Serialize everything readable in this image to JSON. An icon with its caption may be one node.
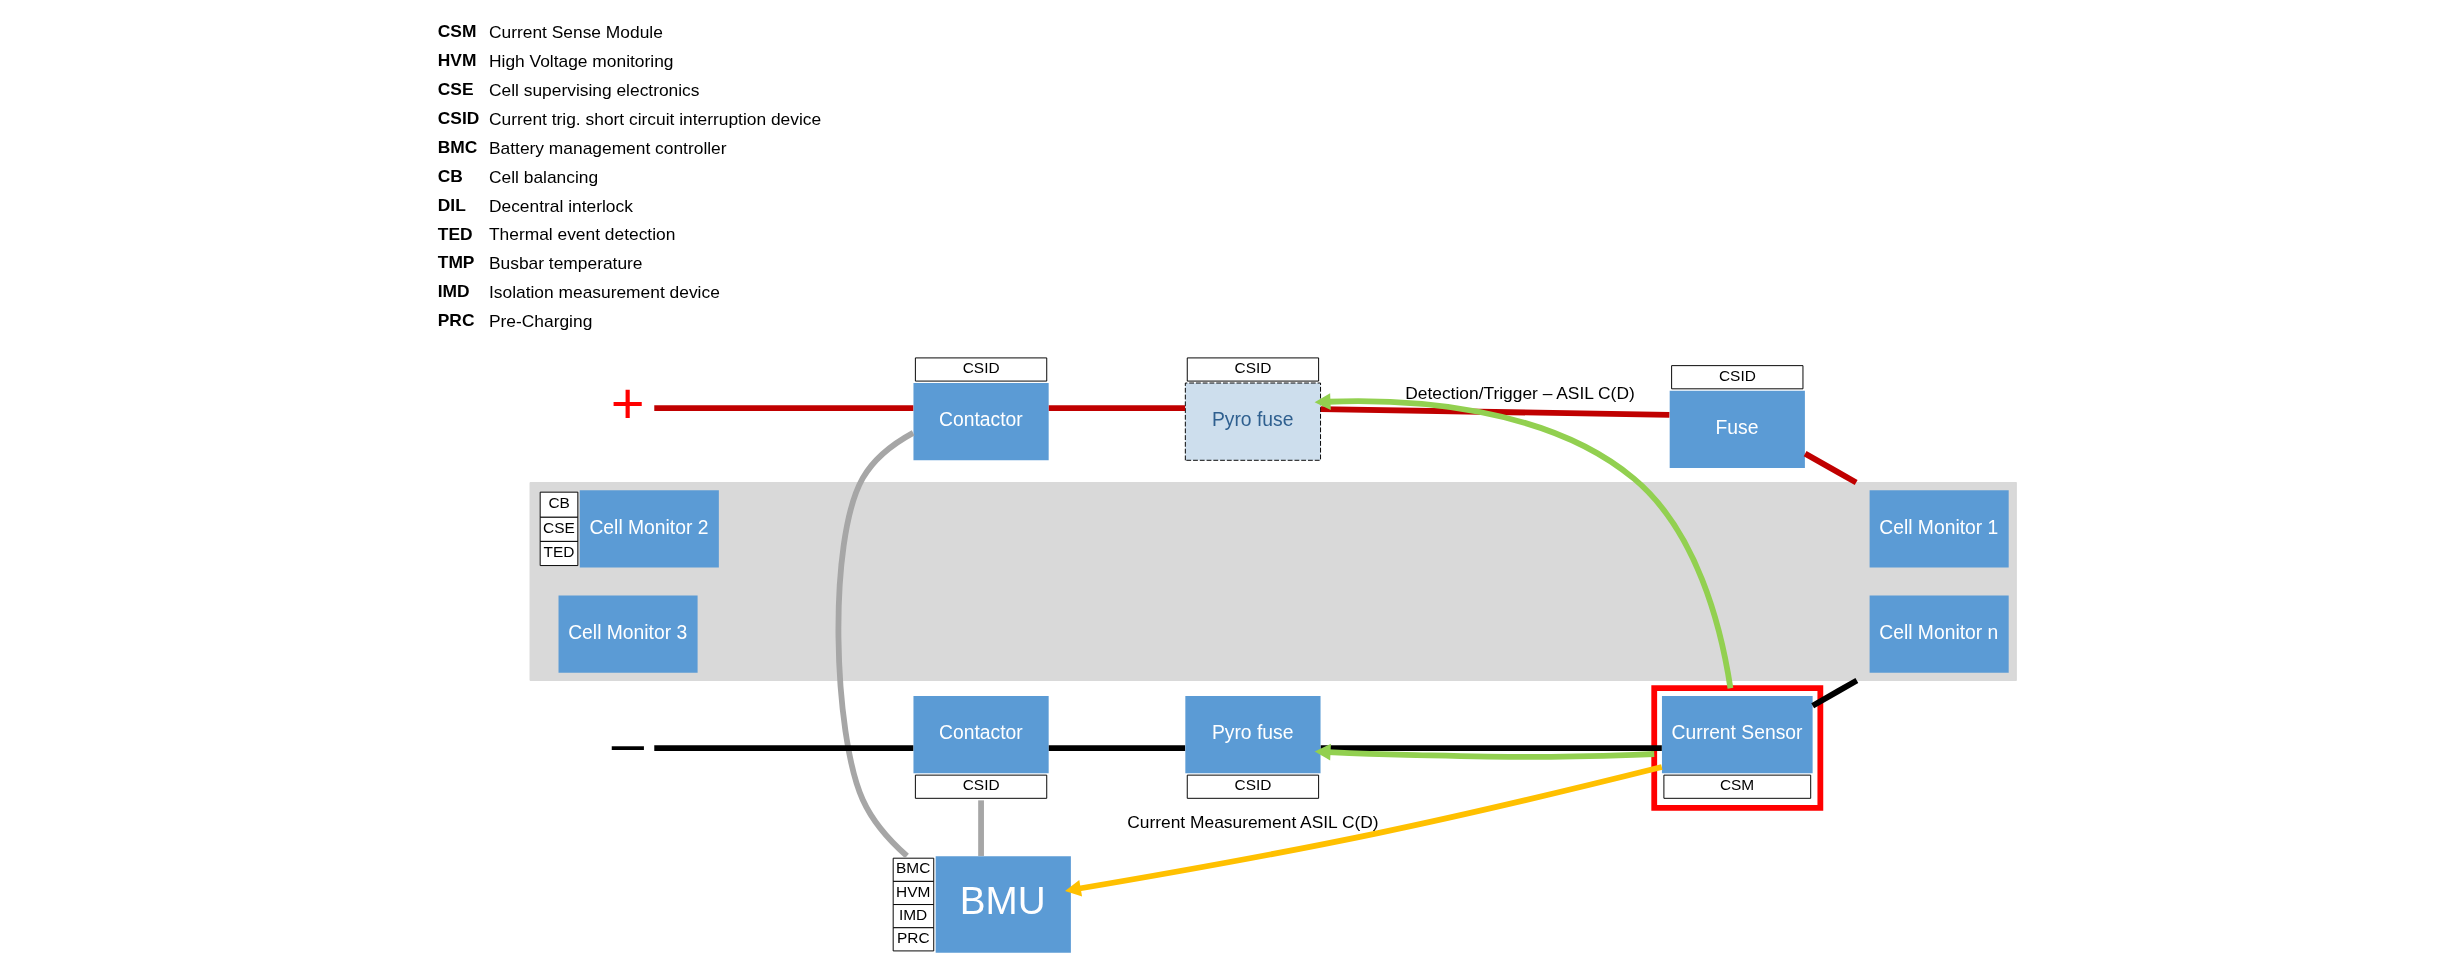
{
  "diagram": {
    "nodes": [
      {
        "text": [
          "+"
        ]
      },
      {
        "text": [
          "Contactor"
        ],
        "beside": [
          "CSID"
        ]
      },
      {
        "text": [
          "Pyro fuse"
        ],
        "beside": [
          "CSID"
        ]
      },
      {
        "text": [
          "Fuse"
        ],
        "beside": [
          "CSID"
        ]
      },
      {
        "text": [],
        "shape": "box"
      },
      {
        "text": [
          "Cell Monitor 1"
        ],
        "in": 4
      },
      {
        "text": [
          "Cell Monitor 2"
        ],
        "in": 4,
        "beside": [
          "CB",
          "CSE",
          "TED"
        ]
      },
      {
        "text": [
          "Cell Monitor 3"
        ],
        "in": 4
      },
      {
        "text": [
          "Cell Monitor n"
        ],
        "in": 4
      },
      {
        "text": [
          "BMU"
        ],
        "beside": [
          "BMC",
          "HVM",
          "IMD",
          "PRC"
        ]
      },
      {
        "text": [
          "–"
        ]
      },
      {
        "text": [
          "Contactor"
        ],
        "beside": [
          "CSID"
        ]
      },
      {
        "text": [
          "Pyro fuse"
        ],
        "beside": [
          "CSID"
        ]
      },
      {
        "text": [],
        "shape": "box"
      },
      {
        "text": [
          "Current Sensor"
        ],
        "in": 13,
        "beside": [
          "CSM"
        ]
      }
    ],
    "edges": [
      {
        "from": 0,
        "to": 1,
        "arrow": "none",
        "color": "#c00000"
      },
      {
        "from": 1,
        "to": 2,
        "arrow": "none",
        "color": "#c00000"
      },
      {
        "from": 2,
        "to": 3,
        "arrow": "none",
        "color": "#c00000"
      },
      {
        "from": 3,
        "to": 4,
        "arrow": "none",
        "color": "#c00000"
      },
      {
        "from": 1,
        "to": 9,
        "arrow": "none",
        "color": "#a6a6a6"
      },
      {
        "from": 9,
        "to": 11,
        "arrow": "none",
        "color": "#a6a6a6"
      },
      {
        "from": 10,
        "to": 11,
        "arrow": "none",
        "color": "#000000"
      },
      {
        "from": 11,
        "to": 12,
        "arrow": "none",
        "color": "#000000"
      },
      {
        "from": 12,
        "to": 14,
        "arrow": "none",
        "color": "#000000"
      },
      {
        "from": 14,
        "to": 4,
        "arrow": "none",
        "color": "#000000"
      },
      {
        "from": 13,
        "to": 2,
        "arrow": "to",
        "color": "#92d050",
        "label": "Detection/Trigger – ASIL C(D)"
      },
      {
        "from": 13,
        "to": 12,
        "arrow": "to",
        "color": "#92d050"
      },
      {
        "from": 14,
        "to": 9,
        "arrow": "to",
        "color": "#ffc000",
        "label": "Current Measurement ASIL C(D)"
      }
    ],
    "labels": [
      "CSM",
      "Current Sense Module",
      "HVM",
      "High Voltage monitoring",
      "CSE",
      "Cell supervising electronics",
      "CSID",
      "Current trig. short circuit interruption device",
      "BMC",
      "Battery management controller",
      "CB",
      "Cell balancing",
      "DIL",
      "Decentral interlock",
      "TED",
      "Thermal event detection",
      "TMP",
      "Busbar temperature",
      "IMD",
      "Isolation measurement device",
      "PRC",
      "Pre-Charging"
    ]
  }
}
